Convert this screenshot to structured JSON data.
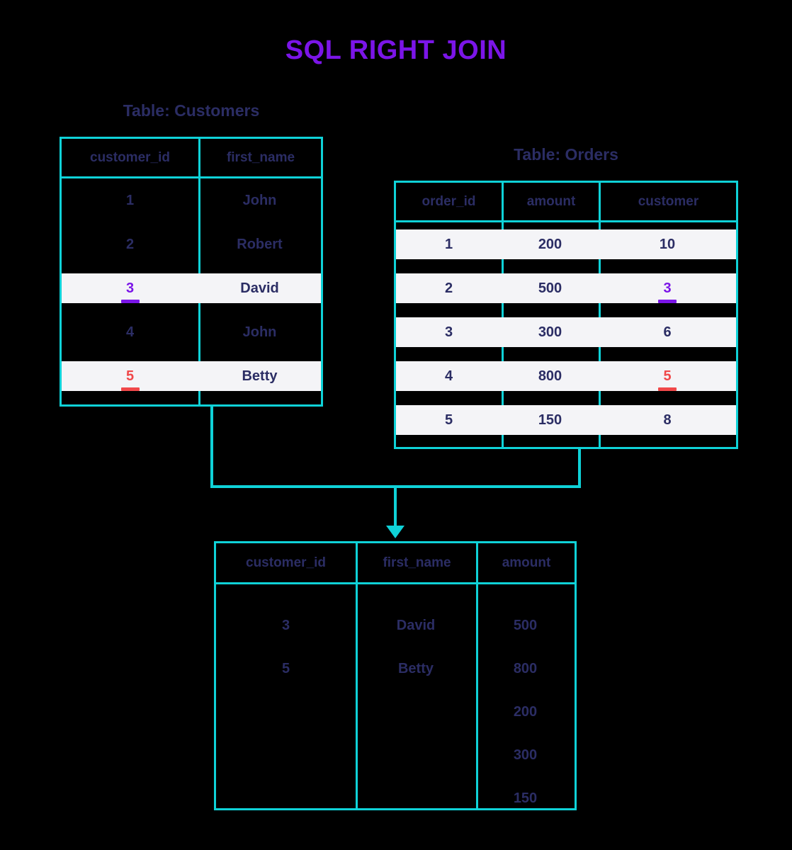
{
  "title": "SQL RIGHT JOIN",
  "colors": {
    "background": "#000000",
    "accent_cyan": "#0fd2d8",
    "title_purple": "#7b15e8",
    "text_navy": "#2b2d64",
    "highlight_band": "#f4f4f7",
    "mark_purple": "#7b15e8",
    "mark_red": "#f0484a"
  },
  "customers_table": {
    "caption": "Table: Customers",
    "columns": [
      "customer_id",
      "first_name"
    ],
    "rows": [
      {
        "customer_id": "1",
        "first_name": "John",
        "highlighted": false,
        "mark": "none"
      },
      {
        "customer_id": "2",
        "first_name": "Robert",
        "highlighted": false,
        "mark": "none"
      },
      {
        "customer_id": "3",
        "first_name": "David",
        "highlighted": true,
        "mark": "purple"
      },
      {
        "customer_id": "4",
        "first_name": "John",
        "highlighted": false,
        "mark": "none"
      },
      {
        "customer_id": "5",
        "first_name": "Betty",
        "highlighted": true,
        "mark": "red"
      }
    ]
  },
  "orders_table": {
    "caption": "Table: Orders",
    "columns": [
      "order_id",
      "amount",
      "customer"
    ],
    "rows": [
      {
        "order_id": "1",
        "amount": "200",
        "customer": "10",
        "highlighted": true,
        "mark": "none"
      },
      {
        "order_id": "2",
        "amount": "500",
        "customer": "3",
        "highlighted": true,
        "mark": "purple"
      },
      {
        "order_id": "3",
        "amount": "300",
        "customer": "6",
        "highlighted": true,
        "mark": "none"
      },
      {
        "order_id": "4",
        "amount": "800",
        "customer": "5",
        "highlighted": true,
        "mark": "red"
      },
      {
        "order_id": "5",
        "amount": "150",
        "customer": "8",
        "highlighted": true,
        "mark": "none"
      }
    ]
  },
  "result_table": {
    "columns": [
      "customer_id",
      "first_name",
      "amount"
    ],
    "rows": [
      {
        "customer_id": "3",
        "first_name": "David",
        "amount": "500"
      },
      {
        "customer_id": "5",
        "first_name": "Betty",
        "amount": "800"
      },
      {
        "customer_id": "",
        "first_name": "",
        "amount": "200"
      },
      {
        "customer_id": "",
        "first_name": "",
        "amount": "300"
      },
      {
        "customer_id": "",
        "first_name": "",
        "amount": "150"
      }
    ]
  }
}
